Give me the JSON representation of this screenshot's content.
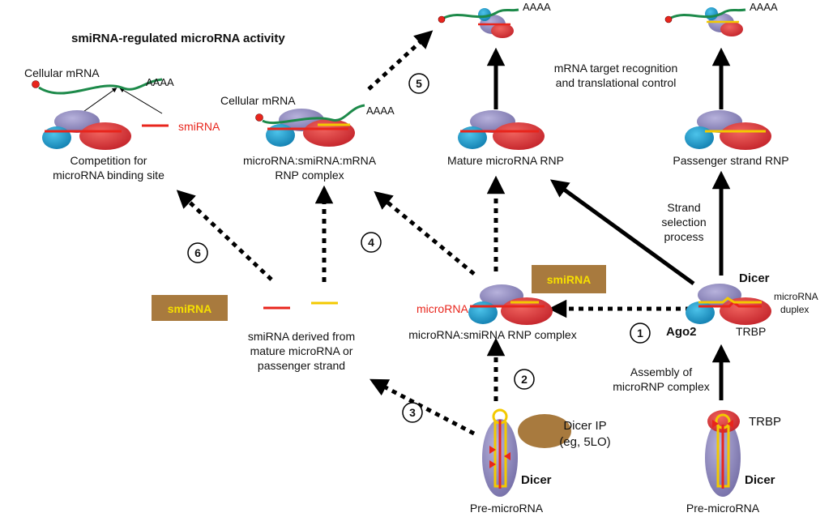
{
  "title": "smiRNA-regulated microRNA activity",
  "labels": {
    "cellular_mrna_left": "Cellular mRNA",
    "cellular_mrna_mid": "Cellular mRNA",
    "polya_1": "AAAA",
    "polya_2": "AAAA",
    "polya_3": "AAAA",
    "polya_4": "AAAA",
    "smirna_red": "smiRNA",
    "competition_1": "Competition for",
    "competition_2": "microRNA binding site",
    "ternary_1": "microRNA:smiRNA:mRNA",
    "ternary_2": "RNP complex",
    "mature_rnp": "Mature microRNA RNP",
    "passenger_rnp": "Passenger strand RNP",
    "target_1": "mRNA target recognition",
    "target_2": "and translational control",
    "strand_1": "Strand",
    "strand_2": "selection",
    "strand_3": "process",
    "dicer_top": "Dicer",
    "microrna_duplex_1": "microRNA",
    "microrna_duplex_2": "duplex",
    "ago2": "Ago2",
    "trbp_1": "TRBP",
    "microrna_red": "microRNA",
    "smirna_box_right": "smiRNA",
    "smirna_box_left": "smiRNA",
    "mirsmi_rnp": "microRNA:smiRNA RNP complex",
    "derived_1": "smiRNA derived from",
    "derived_2": "mature microRNA or",
    "derived_3": "passenger strand",
    "assembly_1": "Assembly of",
    "assembly_2": "microRNP complex",
    "dicer_ip_1": "Dicer IP",
    "dicer_ip_2": "(eg, 5LO)",
    "dicer_bottom_mid": "Dicer",
    "dicer_bottom_right": "Dicer",
    "trbp_2": "TRBP",
    "pre_mirna_mid": "Pre-microRNA",
    "pre_mirna_right": "Pre-microRNA"
  },
  "steps": [
    "1",
    "2",
    "3",
    "4",
    "5",
    "6"
  ],
  "colors": {
    "ago_purple": "#8c86b8",
    "trbp_red": "#d8343a",
    "dicer_blue": "#1a9fcf",
    "strand_red": "#e8251c",
    "strand_yellow": "#f3c900",
    "mrna_green": "#1d8a4a",
    "smirna_box": "#a87a3e",
    "smirna_box_text": "#f7e000"
  }
}
